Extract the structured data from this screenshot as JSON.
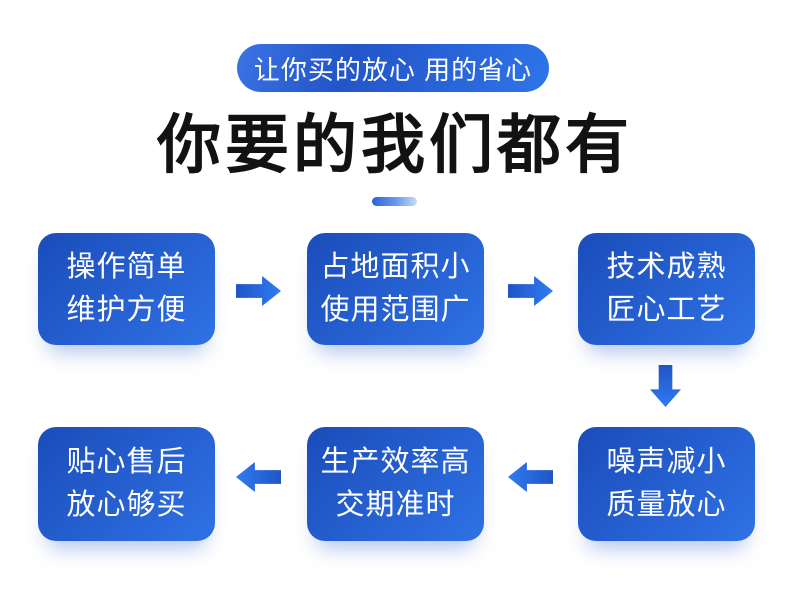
{
  "badge": {
    "label": "让你买的放心 用的省心"
  },
  "header": {
    "title": "你要的我们都有"
  },
  "flow": {
    "boxes": [
      {
        "id": "box-1",
        "lines": [
          "操作简单",
          "维护方便"
        ]
      },
      {
        "id": "box-2",
        "lines": [
          "占地面积小",
          "使用范围广"
        ]
      },
      {
        "id": "box-3",
        "lines": [
          "技术成熟",
          "匠心工艺"
        ]
      },
      {
        "id": "box-4",
        "lines": [
          "噪声减小",
          "质量放心"
        ]
      },
      {
        "id": "box-5",
        "lines": [
          "生产效率高",
          "交期准时"
        ]
      },
      {
        "id": "box-6",
        "lines": [
          "贴心售后",
          "放心够买"
        ]
      }
    ],
    "arrow_sequence": [
      "right",
      "right",
      "down",
      "left",
      "left"
    ]
  },
  "colors": {
    "box_gradient_start": "#1B4CBA",
    "box_gradient_end": "#2F72E5",
    "arrow_blue_dark": "#2154C5",
    "arrow_blue_light": "#2E7CF2",
    "badge_gradient_start": "#2355C8",
    "badge_gradient_end": "#2E74E9",
    "divider_gradient_start": "#2A63D9",
    "divider_gradient_end": "#C9DBF7",
    "title_text": "#121212",
    "box_text": "#FFFFFF",
    "background": "#FFFFFF"
  }
}
